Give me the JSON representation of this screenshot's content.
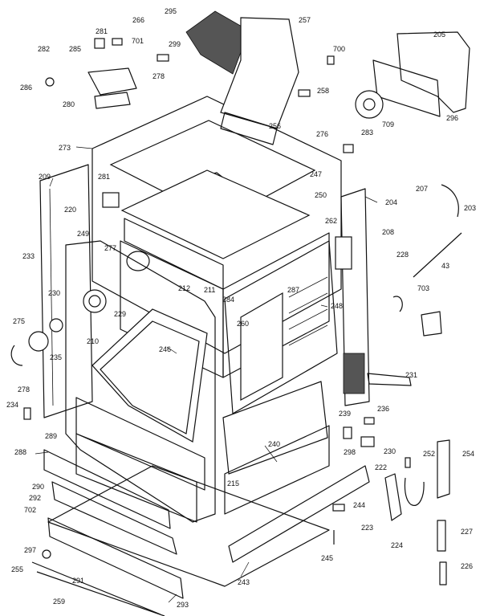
{
  "callouts": [
    "295",
    "257",
    "266",
    "281",
    "701",
    "299",
    "282",
    "285",
    "278",
    "286",
    "280",
    "700",
    "205",
    "258",
    "709",
    "296",
    "273",
    "256",
    "276",
    "283",
    "209",
    "281",
    "247",
    "204",
    "207",
    "203",
    "220",
    "250",
    "262",
    "208",
    "249",
    "277",
    "233",
    "228",
    "43",
    "212",
    "211",
    "287",
    "230",
    "284",
    "703",
    "229",
    "248",
    "275",
    "260",
    "210",
    "246",
    "235",
    "278",
    "231",
    "234",
    "236",
    "239",
    "288",
    "289",
    "298",
    "230",
    "240",
    "252",
    "254",
    "290",
    "215",
    "222",
    "292",
    "702",
    "244",
    "223",
    "224",
    "227",
    "297",
    "245",
    "255",
    "291",
    "243",
    "226",
    "259",
    "293"
  ]
}
